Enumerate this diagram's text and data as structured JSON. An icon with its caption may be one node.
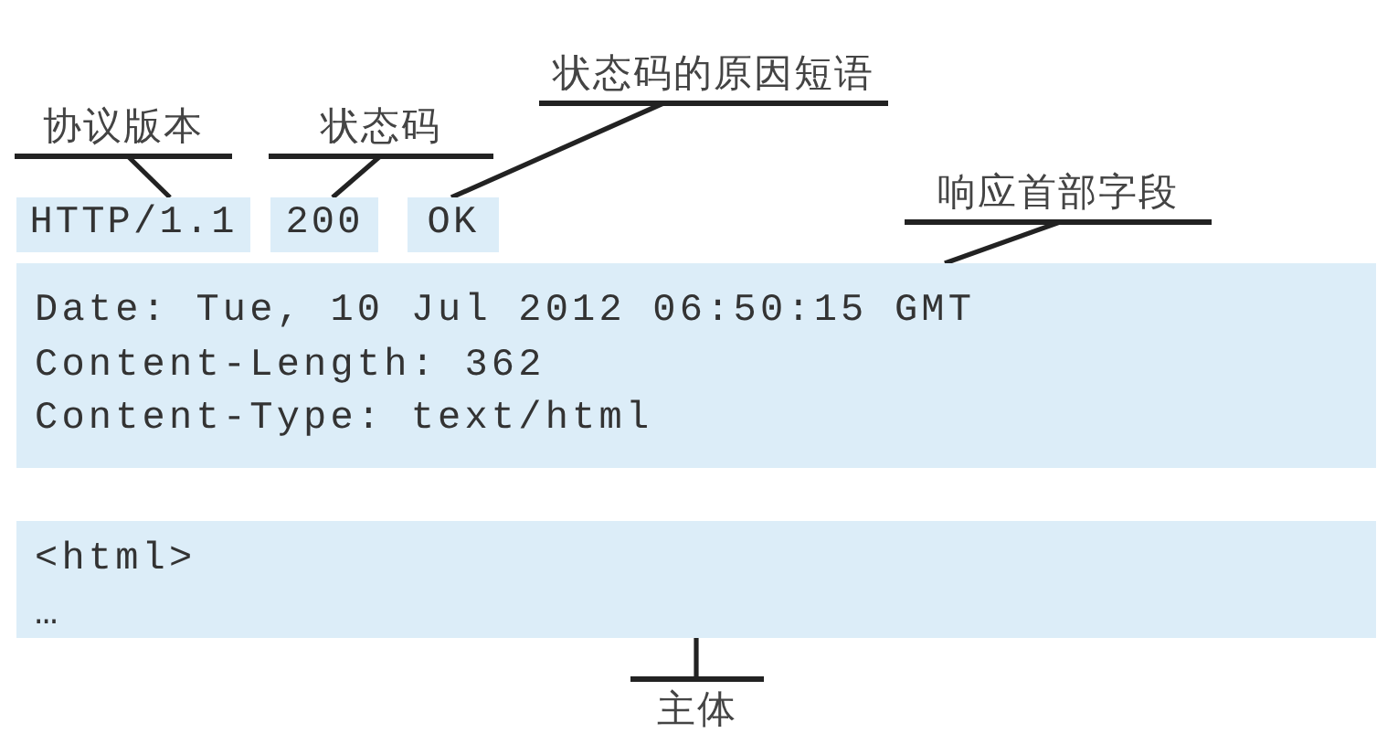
{
  "diagram": {
    "nodes": [
      {
        "text": [
          "协议版本"
        ]
      },
      {
        "text": [
          "状态码"
        ]
      },
      {
        "text": [
          "状态码的原因短语"
        ]
      },
      {
        "text": [
          "响应首部字段"
        ]
      },
      {
        "text": [
          "HTTP/1.1"
        ]
      },
      {
        "text": [
          "200"
        ]
      },
      {
        "text": [
          "OK"
        ]
      },
      {
        "text": [
          "Date: Tue, 10 Jul 2012 06:50:15 GMT",
          "Content-Length: 362",
          "Content-Type: text/html"
        ]
      },
      {
        "text": [
          "<html>",
          "…"
        ]
      },
      {
        "text": [
          "主体"
        ]
      }
    ],
    "edges": [
      {
        "from": 0,
        "to": 4,
        "arrow": "none"
      },
      {
        "from": 1,
        "to": 5,
        "arrow": "none"
      },
      {
        "from": 2,
        "to": 6,
        "arrow": "none"
      },
      {
        "from": 3,
        "to": 7,
        "arrow": "none"
      },
      {
        "from": 9,
        "to": 8,
        "arrow": "none"
      }
    ]
  }
}
